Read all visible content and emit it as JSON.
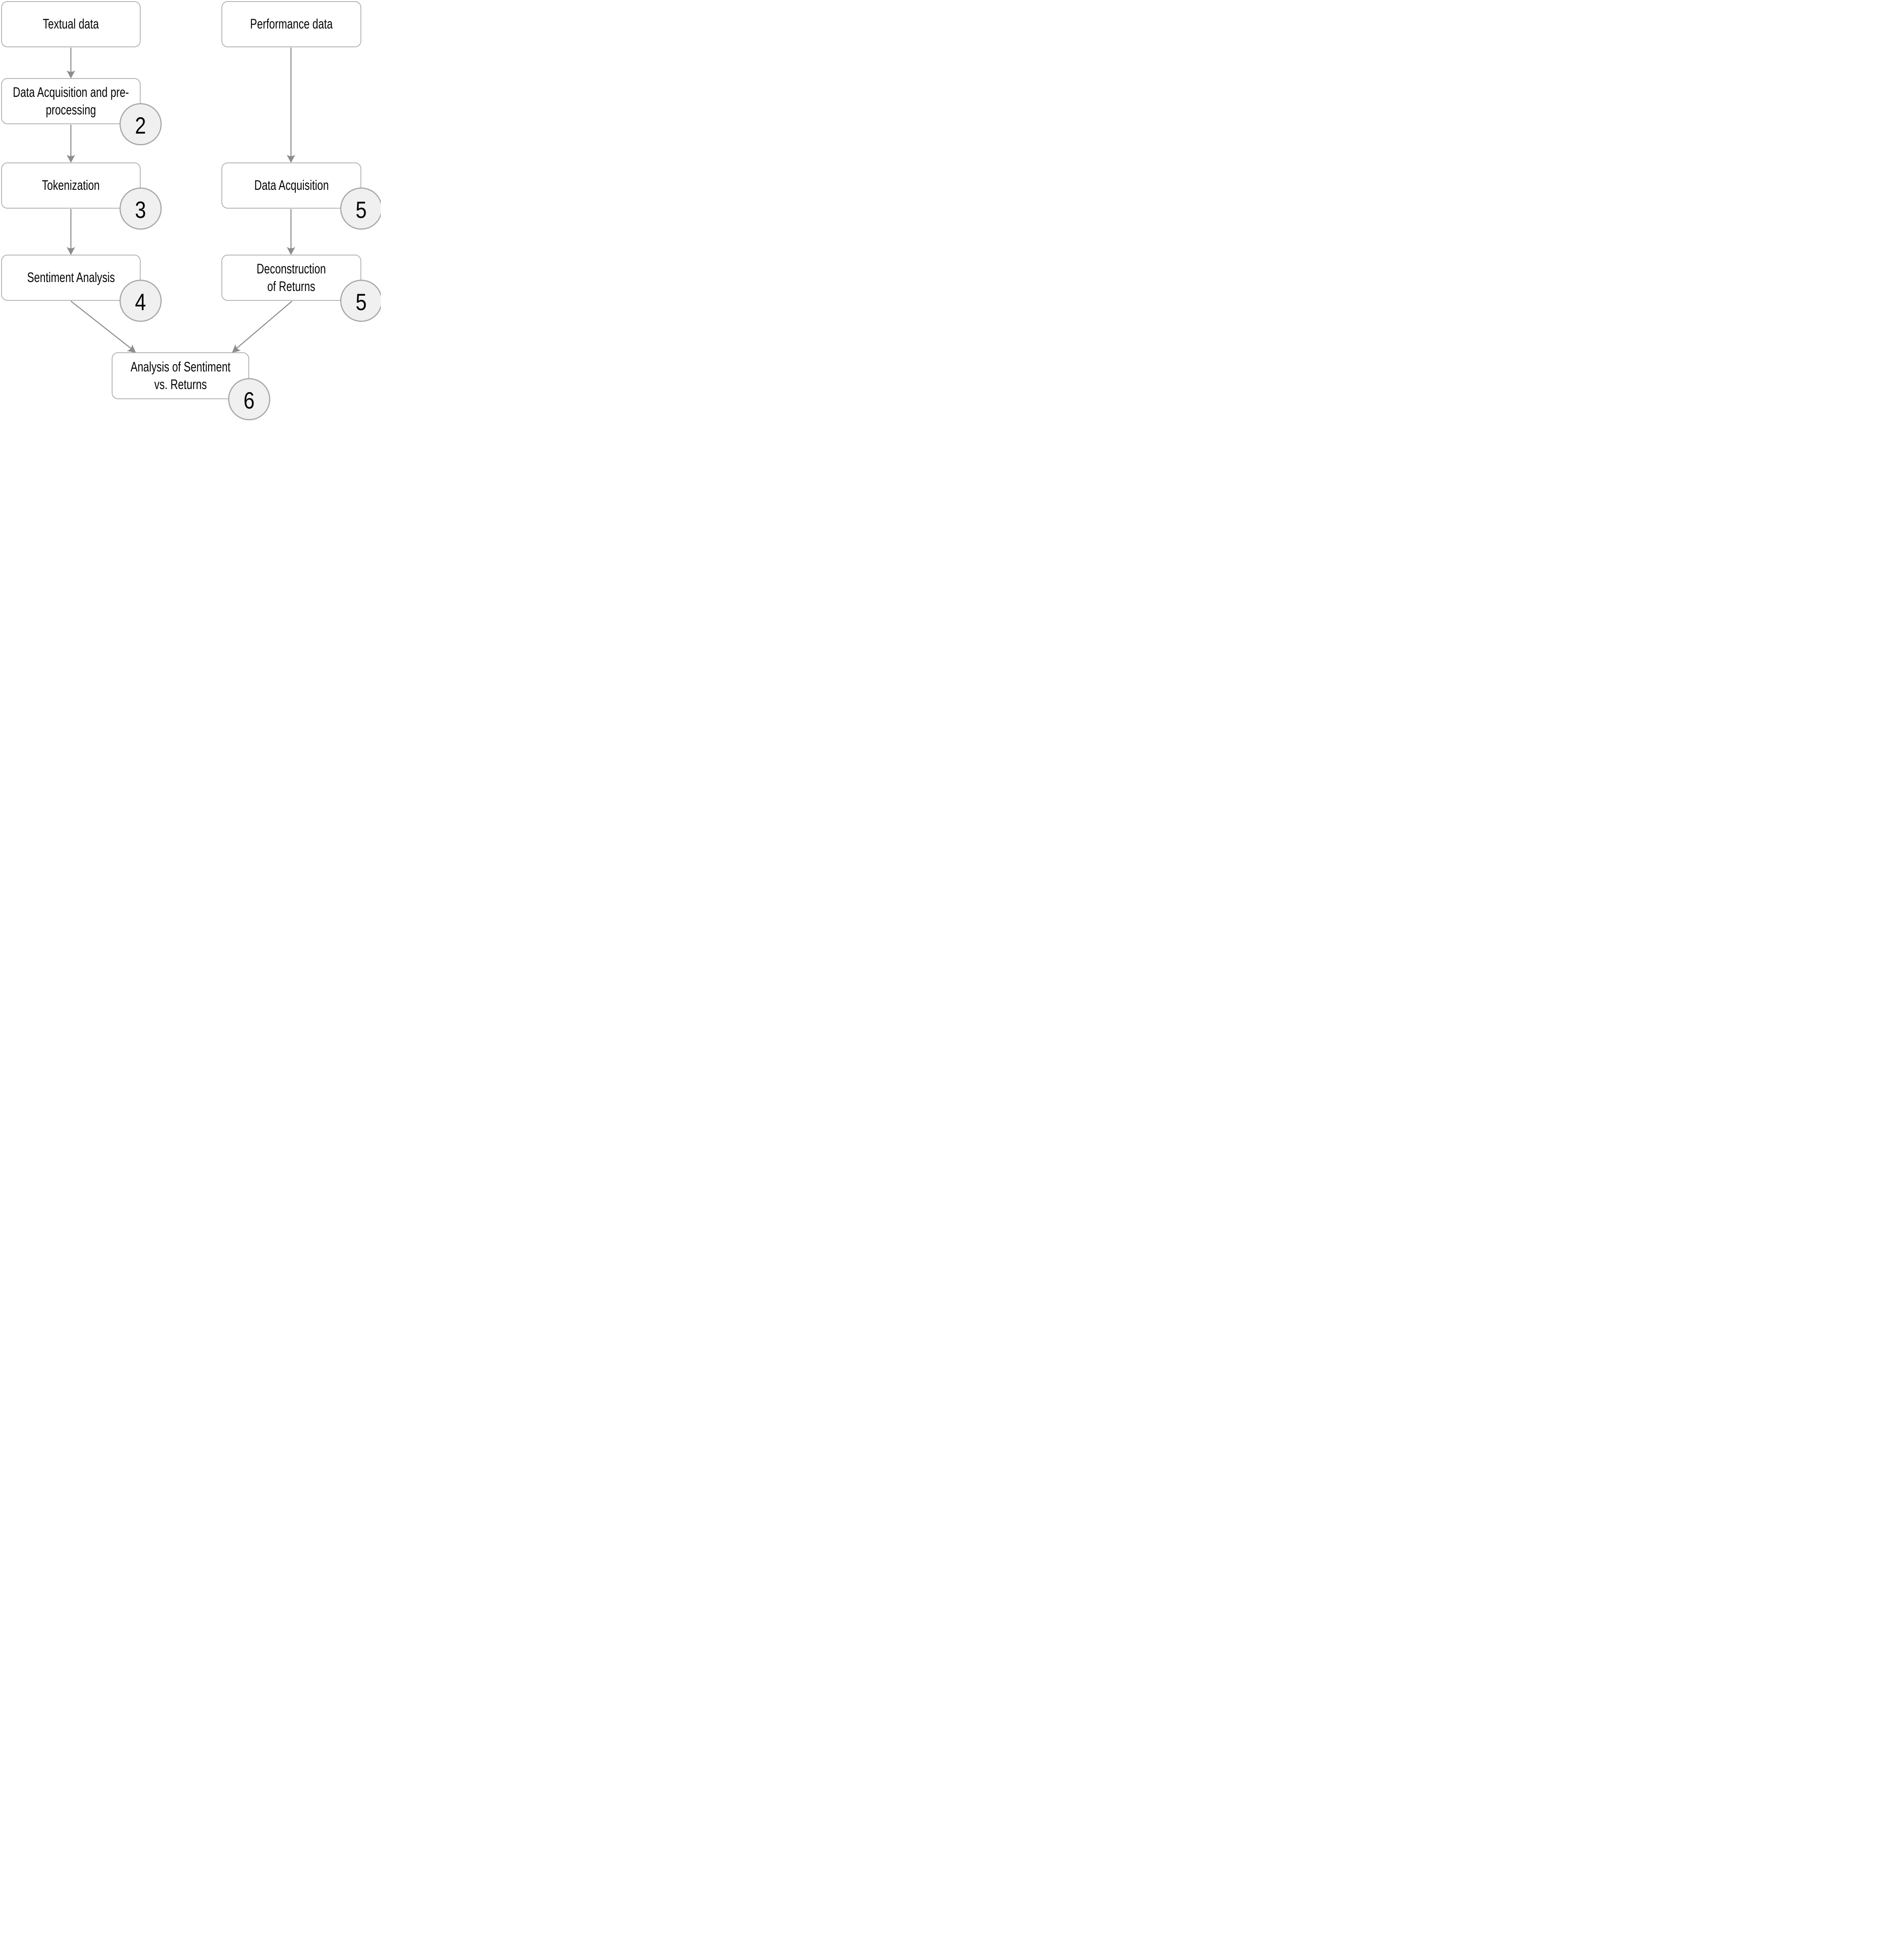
{
  "diagram": {
    "type": "flowchart",
    "nodes": [
      {
        "id": "textual-data",
        "lines": [
          "Textual data"
        ]
      },
      {
        "id": "data-acq-pre",
        "lines": [
          "Data Acquisition and pre-",
          "processing"
        ],
        "badge": "2"
      },
      {
        "id": "tokenization",
        "lines": [
          "Tokenization"
        ],
        "badge": "3"
      },
      {
        "id": "sentiment-analysis",
        "lines": [
          "Sentiment Analysis"
        ],
        "badge": "4"
      },
      {
        "id": "performance-data",
        "lines": [
          "Performance data"
        ]
      },
      {
        "id": "data-acquisition",
        "lines": [
          "Data Acquisition"
        ],
        "badge": "5"
      },
      {
        "id": "deconstruction",
        "lines": [
          "Deconstruction",
          "of Returns"
        ],
        "badge": "5"
      },
      {
        "id": "analysis-vs-returns",
        "lines": [
          "Analysis of Sentiment",
          "vs. Returns"
        ],
        "badge": "6"
      }
    ],
    "edges": [
      {
        "from": "textual-data",
        "to": "data-acq-pre"
      },
      {
        "from": "data-acq-pre",
        "to": "tokenization"
      },
      {
        "from": "tokenization",
        "to": "sentiment-analysis"
      },
      {
        "from": "performance-data",
        "to": "data-acquisition"
      },
      {
        "from": "data-acquisition",
        "to": "deconstruction"
      },
      {
        "from": "sentiment-analysis",
        "to": "analysis-vs-returns"
      },
      {
        "from": "deconstruction",
        "to": "analysis-vs-returns"
      }
    ],
    "colors": {
      "background": "#ffffff",
      "box_fill": "#ffffff",
      "box_border": "#adadad",
      "arrow": "#8c8c8c",
      "badge_fill": "#f0f0f0",
      "badge_border": "#a8a8a8",
      "text": "#050505"
    }
  }
}
